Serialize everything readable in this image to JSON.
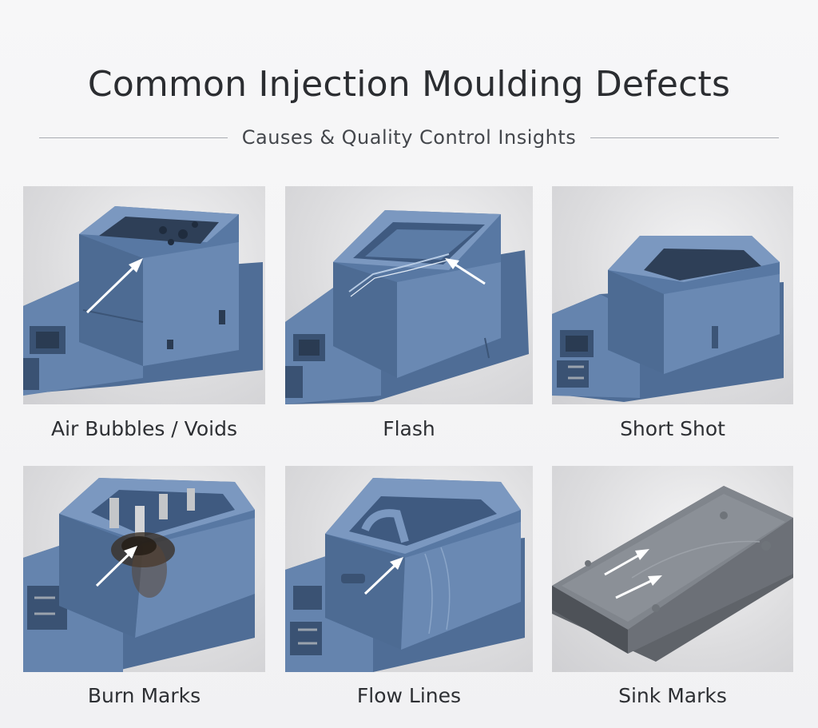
{
  "header": {
    "title": "Common Injection Moulding Defects",
    "subtitle": "Causes & Quality Control Insights"
  },
  "colors": {
    "part_blue": "#5f7ea8",
    "part_blue_dark": "#3f5a80",
    "part_blue_light": "#8aa5c8",
    "panel_gray": "#6c7077",
    "arrow": "#ffffff"
  },
  "defects": [
    {
      "label": "Air Bubbles / Voids",
      "icon": "connector-voids-image"
    },
    {
      "label": "Flash",
      "icon": "connector-flash-image"
    },
    {
      "label": "Short Shot",
      "icon": "connector-short-shot-image"
    },
    {
      "label": "Burn Marks",
      "icon": "connector-burn-marks-image"
    },
    {
      "label": "Flow Lines",
      "icon": "connector-flow-lines-image"
    },
    {
      "label": "Sink Marks",
      "icon": "panel-sink-marks-image"
    }
  ]
}
